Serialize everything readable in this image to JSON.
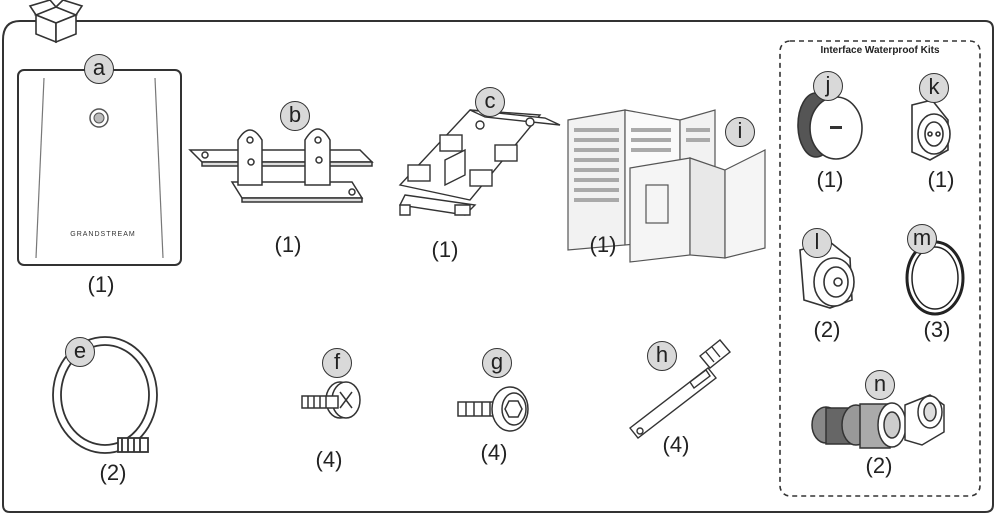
{
  "figure": {
    "brand_text": "GRANDSTREAM",
    "kit_title": "Interface Waterproof Kits"
  },
  "items": {
    "a": {
      "label": "a",
      "qty": "(1)"
    },
    "b": {
      "label": "b",
      "qty": "(1)"
    },
    "c": {
      "label": "c",
      "qty": "(1)"
    },
    "i": {
      "label": "i",
      "qty": "(1)"
    },
    "e": {
      "label": "e",
      "qty": "(2)"
    },
    "f": {
      "label": "f",
      "qty": "(4)"
    },
    "g": {
      "label": "g",
      "qty": "(4)"
    },
    "h": {
      "label": "h",
      "qty": "(4)"
    },
    "j": {
      "label": "j",
      "qty": "(1)"
    },
    "k": {
      "label": "k",
      "qty": "(1)"
    },
    "l": {
      "label": "l",
      "qty": "(2)"
    },
    "m": {
      "label": "m",
      "qty": "(3)"
    },
    "n": {
      "label": "n",
      "qty": "(2)"
    }
  },
  "icons": [
    "box-icon"
  ]
}
